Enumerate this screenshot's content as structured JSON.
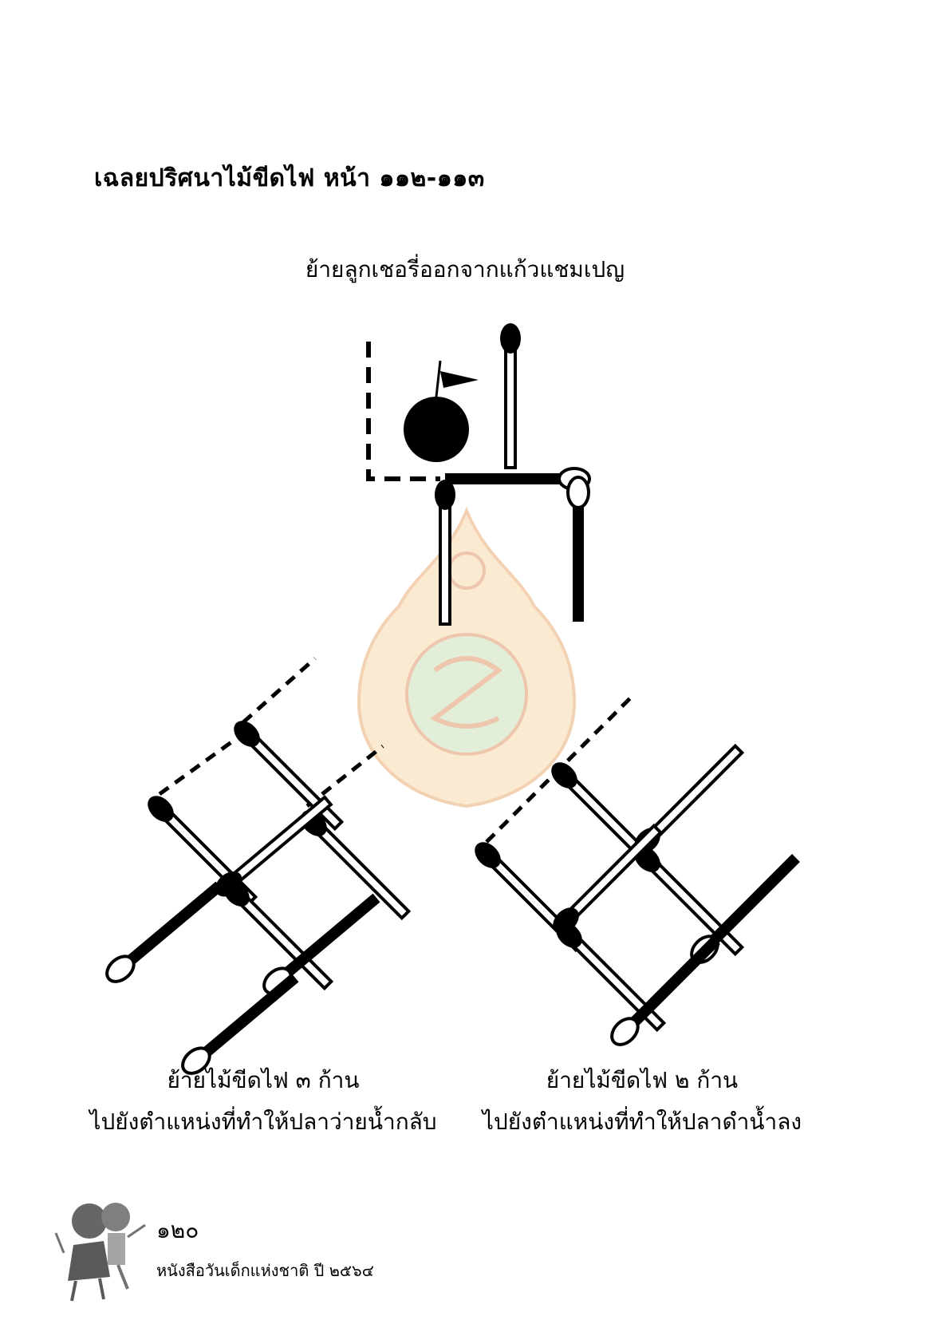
{
  "page": {
    "title": "เฉลยปริศนาไม้ขีดไฟ หน้า ๑๑๒-๑๑๓",
    "puzzle1_caption": "ย้ายลูกเชอรี่ออกจากแก้วแชมเปญ",
    "puzzle2_caption": [
      "ย้ายไม้ขีดไฟ ๓ ก้าน",
      "ไปยังตำแหน่งที่ทำให้ปลาว่ายน้ำกลับ"
    ],
    "puzzle3_caption": [
      "ย้ายไม้ขีดไฟ ๒ ก้าน",
      "ไปยังตำแหน่งที่ทำให้ปลาดำน้ำลง"
    ]
  },
  "footer": {
    "page_number": "๑๒๐",
    "book_name": "หนังสือวันเด็กแห่งชาติ ปี ๒๕๖๔"
  },
  "colors": {
    "ink": "#000000",
    "watermark": "#e8a24a"
  },
  "icons": [
    "cherry-icon",
    "matchstick-icon",
    "emblem-watermark-icon",
    "children-illustration-icon"
  ]
}
